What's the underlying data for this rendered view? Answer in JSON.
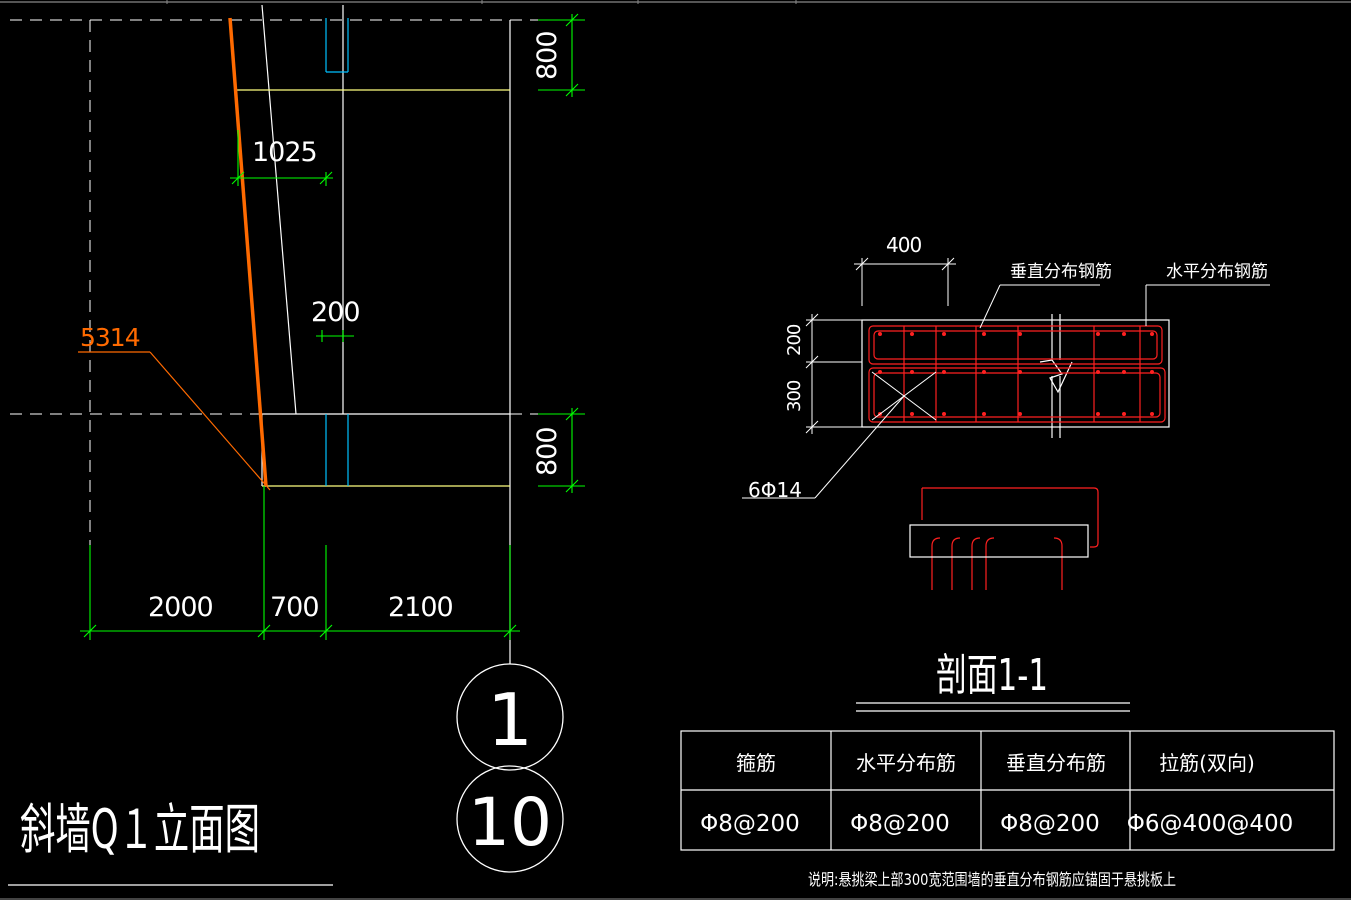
{
  "elevation": {
    "title": "斜墙Q１立面图",
    "dims": {
      "top_height": "800",
      "bottom_height": "800",
      "offset": "1025",
      "wall_thickness": "200",
      "slant_length": "5314",
      "seg_left": "2000",
      "seg_mid": "700",
      "seg_right": "2100"
    },
    "detail_bubble": {
      "top": "1",
      "bottom": "10"
    }
  },
  "section": {
    "title": "剖面1-1",
    "dim_width": "400",
    "dim_h1": "200",
    "dim_h2": "300",
    "label_vertical": "垂直分布钢筋",
    "label_horizontal": "水平分布钢筋",
    "label_bars": "6Φ14"
  },
  "table": {
    "headers": [
      "箍筋",
      "水平分布筋",
      "垂直分布筋",
      "拉筋(双向)"
    ],
    "values": [
      "Φ8@200",
      "Φ8@200",
      "Φ8@200",
      "Φ6@400@400"
    ],
    "note": "说明:悬挑梁上部300宽范围墙的垂直分布钢筋应锚固于悬挑板上"
  },
  "colors": {
    "background": "#000000",
    "dim": "#00ff00",
    "white": "#ffffff",
    "yellow": "#ffff80",
    "cyan": "#00c0ff",
    "orange": "#ff6a00",
    "red": "#ff2020"
  }
}
